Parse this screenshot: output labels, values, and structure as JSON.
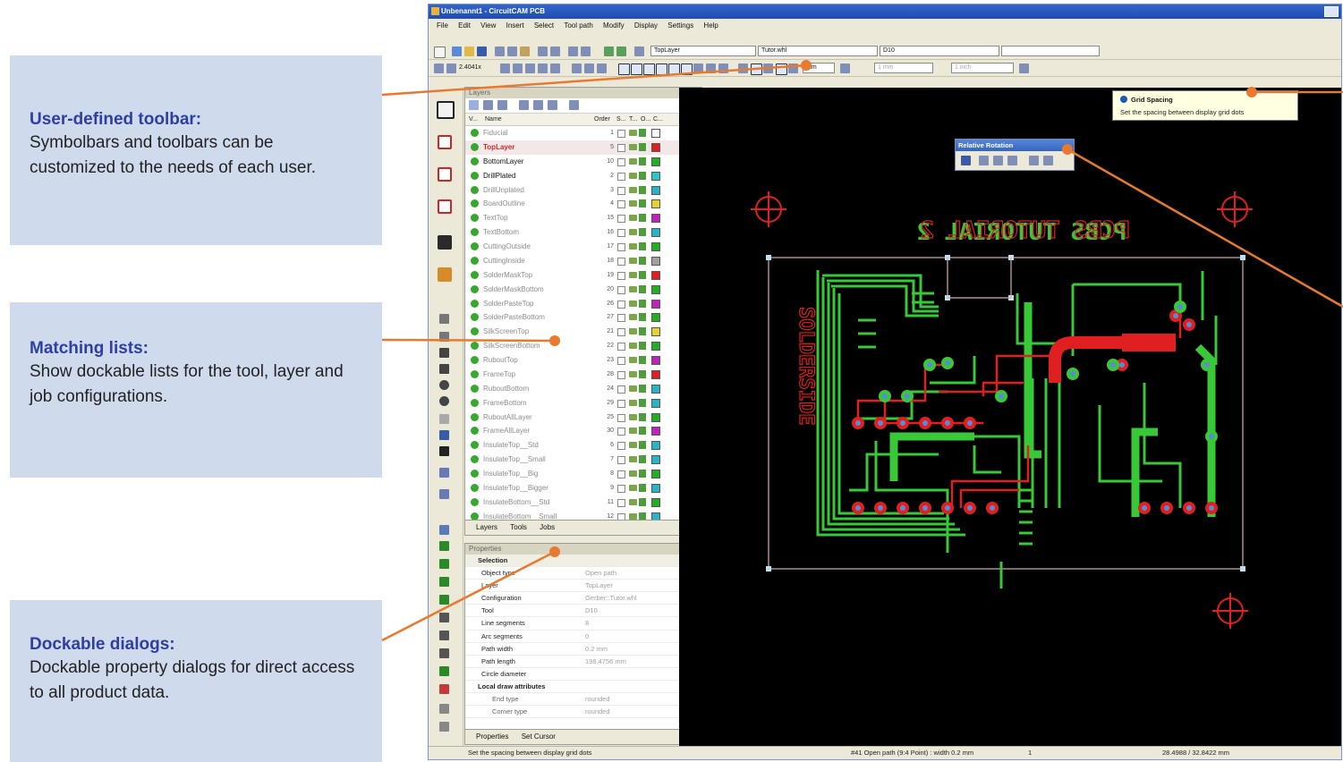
{
  "callouts": [
    {
      "title": "User-defined toolbar:",
      "text": "Symbolbars and toolbars can be customized to the needs of each user."
    },
    {
      "title": "Matching lists:",
      "text": "Show dockable lists for the tool, layer and job configurations."
    },
    {
      "title": "Dockable dialogs:",
      "text": "Dockable property dialogs for direct access to all product data."
    }
  ],
  "window": {
    "title": "Unbenannt1 - CircuitCAM PCB",
    "menu": [
      "File",
      "Edit",
      "View",
      "Insert",
      "Select",
      "Tool path",
      "Modify",
      "Display",
      "Settings",
      "Help"
    ],
    "toolbar": {
      "layer_combo": "TopLayer",
      "config_combo": "Tutor.whl",
      "tool_combo": "D10",
      "zoom_label": "2.4041x",
      "unit_combo": "mm",
      "grid_combo1": "1 mm",
      "grid_combo2": "1 inch"
    }
  },
  "layers_panel": {
    "caption": "Layers",
    "col_headers": {
      "v": "V...",
      "name": "Name",
      "order": "Order",
      "s": "S...",
      "t": "T...",
      "o": "O...",
      "c": "C..."
    },
    "rows": [
      {
        "name": "Fiducial",
        "order": "1",
        "color": "#ffffff",
        "state": "dim"
      },
      {
        "name": "TopLayer",
        "order": "5",
        "color": "#e02020",
        "state": "sel"
      },
      {
        "name": "BottomLayer",
        "order": "10",
        "color": "#20b020",
        "state": "act"
      },
      {
        "name": "DrillPlated",
        "order": "2",
        "color": "#28c8c8",
        "state": "act"
      },
      {
        "name": "DrillUnplated",
        "order": "3",
        "color": "#28b4c8",
        "state": "dim"
      },
      {
        "name": "BoardOutline",
        "order": "4",
        "color": "#e8d030",
        "state": "dim"
      },
      {
        "name": "TextTop",
        "order": "15",
        "color": "#c020c0",
        "state": "dim"
      },
      {
        "name": "TextBottom",
        "order": "16",
        "color": "#28b4c8",
        "state": "dim"
      },
      {
        "name": "CuttingOutside",
        "order": "17",
        "color": "#20b020",
        "state": "dim"
      },
      {
        "name": "CuttingInside",
        "order": "18",
        "color": "#a0a0a0",
        "state": "dim"
      },
      {
        "name": "SolderMaskTop",
        "order": "19",
        "color": "#e02020",
        "state": "dim"
      },
      {
        "name": "SolderMaskBottom",
        "order": "20",
        "color": "#20b020",
        "state": "dim"
      },
      {
        "name": "SolderPasteTop",
        "order": "26",
        "color": "#c020c0",
        "state": "dim"
      },
      {
        "name": "SolderPasteBottom",
        "order": "27",
        "color": "#20b020",
        "state": "dim"
      },
      {
        "name": "SilkScreenTop",
        "order": "21",
        "color": "#e8d030",
        "state": "dim"
      },
      {
        "name": "SilkScreenBottom",
        "order": "22",
        "color": "#20b020",
        "state": "dim"
      },
      {
        "name": "RuboutTop",
        "order": "23",
        "color": "#c020c0",
        "state": "dim"
      },
      {
        "name": "FrameTop",
        "order": "28",
        "color": "#e02020",
        "state": "dim"
      },
      {
        "name": "RuboutBottom",
        "order": "24",
        "color": "#28b4c8",
        "state": "dim"
      },
      {
        "name": "FrameBottom",
        "order": "29",
        "color": "#28b4c8",
        "state": "dim"
      },
      {
        "name": "RuboutAllLayer",
        "order": "25",
        "color": "#20b020",
        "state": "dim"
      },
      {
        "name": "FrameAllLayer",
        "order": "30",
        "color": "#c020c0",
        "state": "dim"
      },
      {
        "name": "InsulateTop__Std",
        "order": "6",
        "color": "#28b4c8",
        "state": "dim"
      },
      {
        "name": "InsulateTop__Small",
        "order": "7",
        "color": "#28b4c8",
        "state": "dim"
      },
      {
        "name": "InsulateTop__Big",
        "order": "8",
        "color": "#20b020",
        "state": "dim"
      },
      {
        "name": "InsulateTop__Bigger",
        "order": "9",
        "color": "#28b4c8",
        "state": "dim"
      },
      {
        "name": "InsulateBottom__Std",
        "order": "11",
        "color": "#20b020",
        "state": "dim"
      },
      {
        "name": "InsulateBottom__Small",
        "order": "12",
        "color": "#28b4c8",
        "state": "dim"
      }
    ],
    "tabs": [
      "Layers",
      "Tools",
      "Jobs"
    ]
  },
  "properties_panel": {
    "caption": "Properties",
    "group": "Selection",
    "rows": [
      {
        "k": "Object type",
        "v": "Open path",
        "kind": ""
      },
      {
        "k": "Layer",
        "v": "TopLayer",
        "kind": ""
      },
      {
        "k": "Configuration",
        "v": "Gerber::Tutor.whl",
        "kind": ""
      },
      {
        "k": "Tool",
        "v": "D10",
        "kind": ""
      },
      {
        "k": "Line segments",
        "v": "8",
        "kind": ""
      },
      {
        "k": "Arc segments",
        "v": "0",
        "kind": ""
      },
      {
        "k": "Path width",
        "v": "0.2 mm",
        "kind": ""
      },
      {
        "k": "Path length",
        "v": "198.4756 mm",
        "kind": ""
      },
      {
        "k": "Circle diameter",
        "v": "",
        "kind": ""
      },
      {
        "k": "Local draw attributes",
        "v": "",
        "kind": "grp"
      },
      {
        "k": "End type",
        "v": "rounded",
        "kind": "sub"
      },
      {
        "k": "Corner type",
        "v": "rounded",
        "kind": "sub"
      }
    ],
    "tabs": [
      "Properties",
      "Set Cursor"
    ]
  },
  "tooltip": {
    "title": "Grid Spacing",
    "desc": "Set the spacing between display grid dots"
  },
  "float_toolbar": {
    "title": "Relative Rotation"
  },
  "board_text": {
    "top": "PCBS TUTORIAL 2",
    "side": "SOLDERSIDE"
  },
  "status": {
    "hint": "Set the spacing between display grid dots",
    "selection": "#41 Open path (9:4 Point) : width 0.2 mm",
    "count": "1",
    "coords": "28.4988 / 32.8422 mm"
  },
  "colors": {
    "accent_orange": "#e8792f",
    "callout_bg": "#cfdaec",
    "title_blue": "#2e3fa3",
    "pcb_red": "#e02020",
    "pcb_green": "#38c838"
  }
}
